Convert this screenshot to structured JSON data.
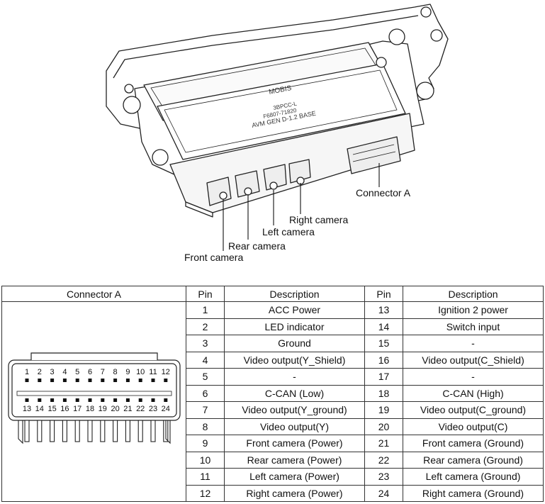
{
  "callouts": {
    "connector_a": "Connector A",
    "right_camera": "Right camera",
    "left_camera": "Left camera",
    "rear_camera": "Rear camera",
    "front_camera": "Front camera"
  },
  "module_label": {
    "brand": "MOBIS",
    "part_code": "3BPCC-L",
    "part_number": "F6807-71820",
    "model": "AVM GEN D-1.2 BASE"
  },
  "table": {
    "headers": {
      "connector": "Connector A",
      "pin_left": "Pin",
      "desc_left": "Description",
      "pin_right": "Pin",
      "desc_right": "Description"
    },
    "rows": [
      {
        "pin_a": "1",
        "desc_a": "ACC Power",
        "pin_b": "13",
        "desc_b": "Ignition 2 power"
      },
      {
        "pin_a": "2",
        "desc_a": "LED indicator",
        "pin_b": "14",
        "desc_b": "Switch input"
      },
      {
        "pin_a": "3",
        "desc_a": "Ground",
        "pin_b": "15",
        "desc_b": "-"
      },
      {
        "pin_a": "4",
        "desc_a": "Video output(Y_Shield)",
        "pin_b": "16",
        "desc_b": "Video output(C_Shield)"
      },
      {
        "pin_a": "5",
        "desc_a": "-",
        "pin_b": "17",
        "desc_b": "-"
      },
      {
        "pin_a": "6",
        "desc_a": "C-CAN (Low)",
        "pin_b": "18",
        "desc_b": "C-CAN (High)"
      },
      {
        "pin_a": "7",
        "desc_a": "Video output(Y_ground)",
        "pin_b": "19",
        "desc_b": "Video output(C_ground)"
      },
      {
        "pin_a": "8",
        "desc_a": "Video output(Y)",
        "pin_b": "20",
        "desc_b": "Video output(C)"
      },
      {
        "pin_a": "9",
        "desc_a": "Front camera (Power)",
        "pin_b": "21",
        "desc_b": "Front camera (Ground)"
      },
      {
        "pin_a": "10",
        "desc_a": "Rear camera (Power)",
        "pin_b": "22",
        "desc_b": "Rear camera (Ground)"
      },
      {
        "pin_a": "11",
        "desc_a": "Left camera (Power)",
        "pin_b": "23",
        "desc_b": "Left camera (Ground)"
      },
      {
        "pin_a": "12",
        "desc_a": "Right camera (Power)",
        "pin_b": "24",
        "desc_b": "Right camera (Ground)"
      }
    ]
  },
  "connector_pins": {
    "top_row": [
      "1",
      "2",
      "3",
      "4",
      "5",
      "6",
      "7",
      "8",
      "9",
      "10",
      "11",
      "12"
    ],
    "bottom_row": [
      "13",
      "14",
      "15",
      "16",
      "17",
      "18",
      "19",
      "20",
      "21",
      "22",
      "23",
      "24"
    ]
  }
}
